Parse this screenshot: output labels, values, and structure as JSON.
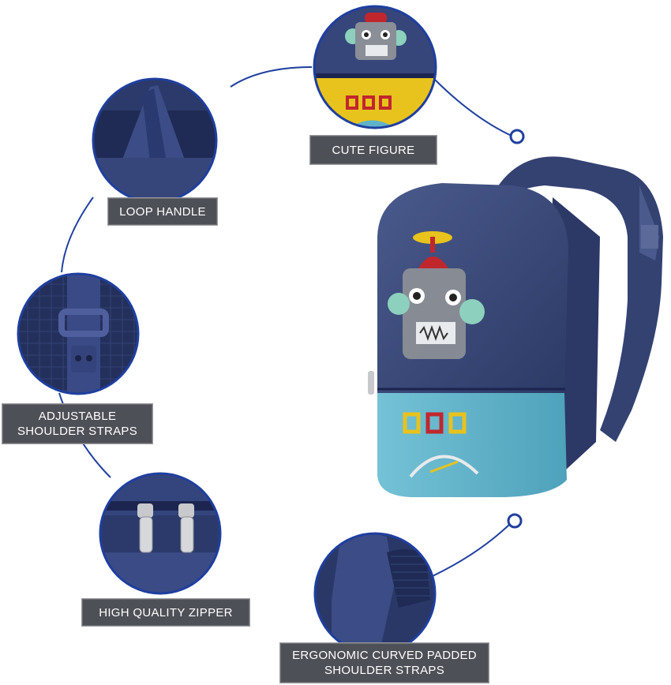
{
  "features": {
    "cute_figure": {
      "label": "CUTE FIGURE"
    },
    "loop_handle": {
      "label": "LOOP HANDLE"
    },
    "adjustable_straps": {
      "line1": "ADJUSTABLE",
      "line2": "SHOULDER STRAPS"
    },
    "zipper": {
      "label": "HIGH QUALITY ZIPPER"
    },
    "padded_straps": {
      "line1": "ERGONOMIC CURVED PADDED",
      "line2": "SHOULDER STRAPS"
    }
  },
  "colors": {
    "bag_navy": "#3b4a78",
    "bag_light_blue": "#5fb3c9",
    "connector_blue": "#1f3f9f",
    "label_bg": "#4e5057",
    "robot_grey": "#8a8e96",
    "robot_red": "#c0272d",
    "propeller_yellow": "#e8c21d",
    "ear_mint": "#8dd0bd"
  },
  "icons": [
    "robot-patch-icon",
    "zipper-pull-icon",
    "buckle-icon"
  ]
}
